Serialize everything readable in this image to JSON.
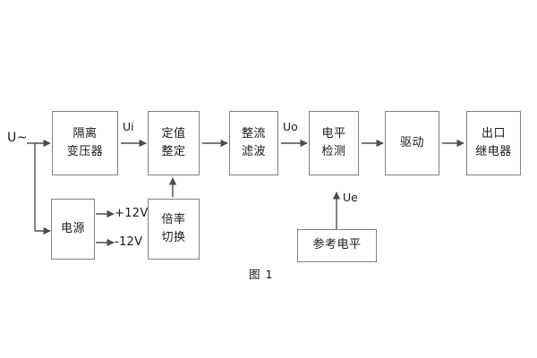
{
  "figure": {
    "caption": "图 1",
    "colors": {
      "box_border": "#808080",
      "line": "#4d4d4d",
      "text": "#1a1a1a",
      "background": "#ffffff"
    }
  },
  "blocks": {
    "isolation_transformer": {
      "line1": "隔离",
      "line2": "变压器"
    },
    "setting_adjust": {
      "line1": "定值",
      "line2": "整定"
    },
    "rectify_filter": {
      "line1": "整流",
      "line2": "滤波"
    },
    "level_detect": {
      "line1": "电平",
      "line2": "检测"
    },
    "drive": {
      "line1": "驱动",
      "line2": ""
    },
    "output_relay": {
      "line1": "出口",
      "line2": "继电器"
    },
    "power_supply": {
      "line1": "电源",
      "line2": ""
    },
    "multiplier_switch": {
      "line1": "倍率",
      "line2": "切换"
    },
    "reference_level": {
      "line1": "参考电平",
      "line2": ""
    }
  },
  "signals": {
    "source": "U~",
    "ui": "Ui",
    "uo": "Uo",
    "ue": "Ue",
    "rail_pos": "+12V",
    "rail_neg": "-12V"
  }
}
